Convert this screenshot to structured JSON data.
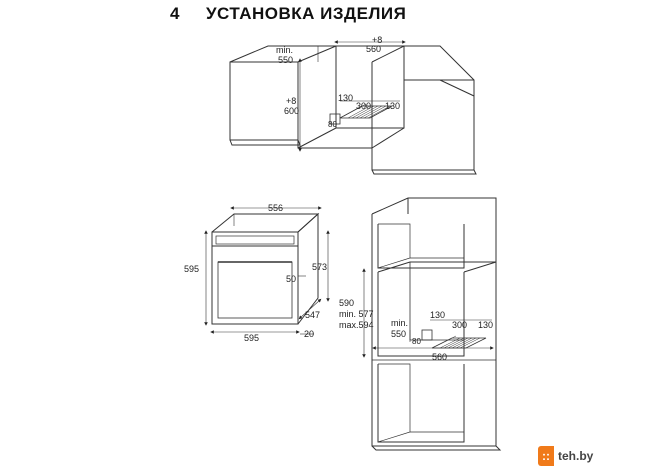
{
  "header": {
    "section_number": "4",
    "title": "УСТАНОВКА ИЗДЕЛИЯ"
  },
  "top_diagram": {
    "min_label": "min.",
    "min_value": "550",
    "depth_top_plus": "+8",
    "depth_top": "560",
    "height_plus": "+8",
    "height": "600",
    "vent_left": "130",
    "vent_mid": "300",
    "vent_right": "130",
    "vent_depth": "80"
  },
  "oven_diagram": {
    "width_top": "556",
    "height_left": "595",
    "height_right": "573",
    "handle_offset": "50",
    "depth": "547",
    "width_bottom": "595",
    "front_thickness": "20"
  },
  "column_diagram": {
    "height_main": "590",
    "height_min": "min. 577",
    "height_max": "max.594",
    "min_label": "min.",
    "min_value": "550",
    "vent_left": "130",
    "vent_mid": "300",
    "vent_right": "130",
    "vent_depth": "80",
    "width": "560"
  },
  "watermark": {
    "logo": "::",
    "text": "teh.by"
  }
}
